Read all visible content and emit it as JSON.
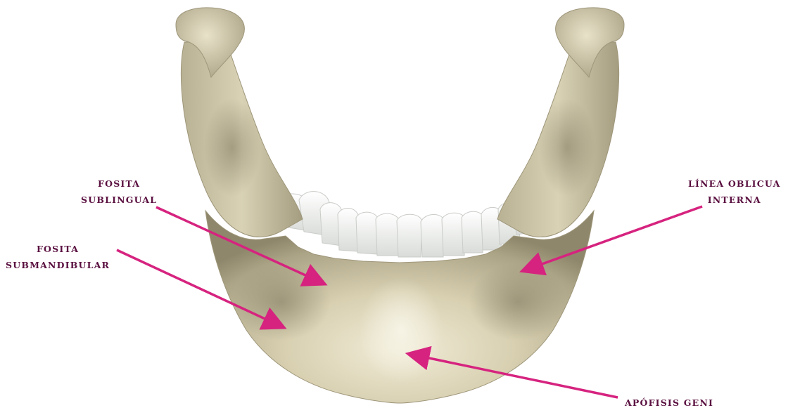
{
  "labels": {
    "fosita_sublingual": [
      "FOSITA",
      "SUBLINGUAL"
    ],
    "fosita_submandibular": [
      "FOSITA",
      "SUBMANDIBULAR"
    ],
    "linea_oblicua_interna": [
      "LÍNEA OBLICUA",
      "INTERNA"
    ],
    "apofisis_geni": "APÓFISIS GENI"
  },
  "colors": {
    "arrow": "#d6237f",
    "label_text": "#5a1040",
    "bone_light": "#ece6cf",
    "bone_mid": "#cfc6a6",
    "bone_dark": "#8f876b",
    "teeth": "#f4f5f3"
  }
}
